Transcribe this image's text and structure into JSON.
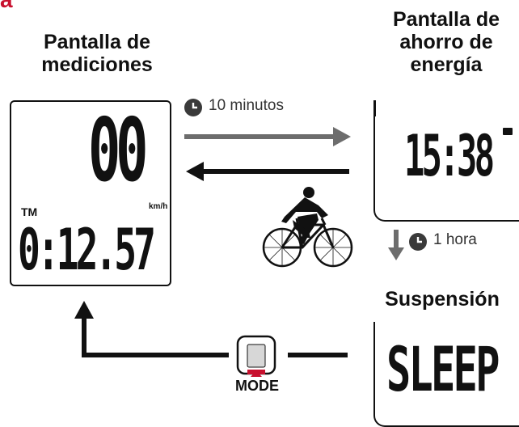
{
  "fragment_title": "a",
  "measurement": {
    "title": "Pantalla de\nmediciones",
    "speed_value": "00",
    "speed_unit": "km/h",
    "label": "TM",
    "time_value": "0:12.57"
  },
  "power_saving": {
    "title": "Pantalla de\nahorro de\nenergía",
    "clock_value": "15:38"
  },
  "sleep": {
    "title": "Suspensión",
    "display_value": "SLEEP"
  },
  "transitions": {
    "to_power_saving": "10 minutos",
    "to_sleep": "1 hora"
  },
  "mode_button": {
    "label": "MODE"
  },
  "colors": {
    "accent": "#c8102e",
    "arrow_gray": "#6d6d6d",
    "black": "#111111"
  }
}
